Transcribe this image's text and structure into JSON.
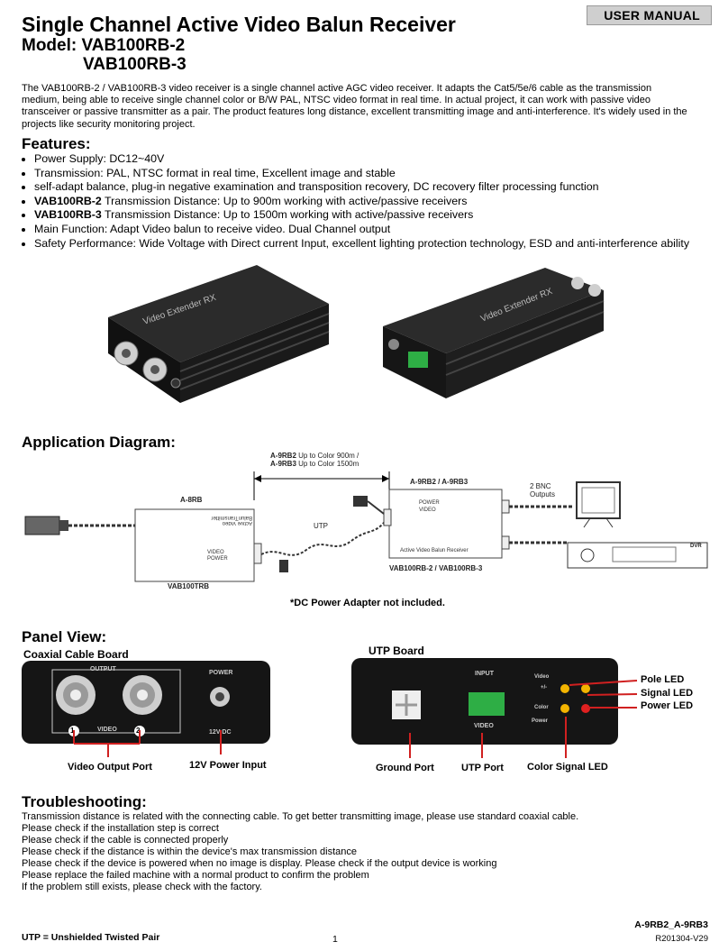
{
  "header": {
    "badge": "USER MANUAL",
    "title": "Single Channel Active Video Balun Receiver",
    "model_line1": "Model: VAB100RB-2",
    "model_line2": "VAB100RB-3"
  },
  "intro": "The VAB100RB-2 / VAB100RB-3 video receiver is a single channel active AGC video receiver. It adapts the Cat5/5e/6 cable as the transmission medium, being able to receive single channel color or B/W PAL, NTSC video format in real time. In actual project, it can work with passive video transceiver or passive transmitter as a pair. The product features long distance, excellent transmitting image and anti-interference. It's widely used in the projects like security monitoring project.",
  "features": {
    "heading": "Features:",
    "items": [
      {
        "bold": "",
        "text": "Power Supply: DC12~40V"
      },
      {
        "bold": "",
        "text": "Transmission: PAL, NTSC format in real time, Excellent image and stable"
      },
      {
        "bold": "",
        "text": "self-adapt balance, plug-in negative examination and transposition recovery, DC recovery filter processing function"
      },
      {
        "bold": "VAB100RB-2",
        "text": " Transmission Distance: Up to 900m working with active/passive receivers"
      },
      {
        "bold": "VAB100RB-3",
        "text": " Transmission Distance: Up to 1500m working with active/passive receivers"
      },
      {
        "bold": "",
        "text": "Main Function: Adapt Video balun to receive video. Dual Channel output"
      },
      {
        "bold": "",
        "text": "Safety Performance: Wide Voltage with Direct current Input, excellent lighting protection technology, ESD and anti-interference ability"
      }
    ]
  },
  "photos": {
    "label_left": "Video Extender RX",
    "label_right": "Video Extender RX"
  },
  "application": {
    "heading": "Application Diagram:",
    "distance_line1_bold": "A-9RB2",
    "distance_line1": " Up to Color 900m /",
    "distance_line2_bold": "A-9RB3",
    "distance_line2": " Up to Color 1500m",
    "transmitter_tag": "A-8RB",
    "transmitter_face": "Active Video BalunTransmitter",
    "transmitter_model": "VAB100TRB",
    "receiver_tag": "A-9RB2 / A-9RB3",
    "receiver_face": "Active Video Balun Receiver",
    "receiver_model": "VAB100RB-2 / VAB100RB-3",
    "utp": "UTP",
    "bnc_outputs": "2 BNC Outputs",
    "dvr": "DVR",
    "power": "POWER",
    "video": "VIDEO",
    "note": "*DC Power Adapter not included."
  },
  "panel": {
    "heading": "Panel View:",
    "coax_title": "Coaxial Cable Board",
    "utp_title": "UTP Board",
    "output": "OUTPUT",
    "power": "POWER",
    "video": "VIDEO",
    "dc": "12V DC",
    "input": "INPUT",
    "video_led": "Video",
    "pole": "+/-",
    "color": "Color",
    "power_led": "Power",
    "ch1": "1",
    "ch2": "2",
    "callouts": {
      "video_output": "Video Output Port",
      "power_input": "12V Power Input",
      "ground": "Ground Port",
      "utp_port": "UTP Port",
      "color_led": "Color Signal LED",
      "pole_led": "Pole LED",
      "signal_led": "Signal LED",
      "power_led": "Power LED"
    }
  },
  "troubleshooting": {
    "heading": "Troubleshooting:",
    "lines": [
      "Transmission distance is related with the connecting cable. To get better transmitting image, please use standard coaxial cable.",
      "Please check if the installation step is correct",
      "Please check if the cable is connected properly",
      "Please check if the distance is within the device's max transmission distance",
      "Please check if the device is powered when no image is display. Please check if the output device is working",
      "Please replace the failed machine with a normal product to confirm the problem",
      "If the problem still exists, please check with the factory."
    ]
  },
  "footer": {
    "left": "UTP = Unshielded Twisted Pair",
    "page": "1",
    "code": "A-9RB2_A-9RB3",
    "version": "R201304-V29"
  }
}
